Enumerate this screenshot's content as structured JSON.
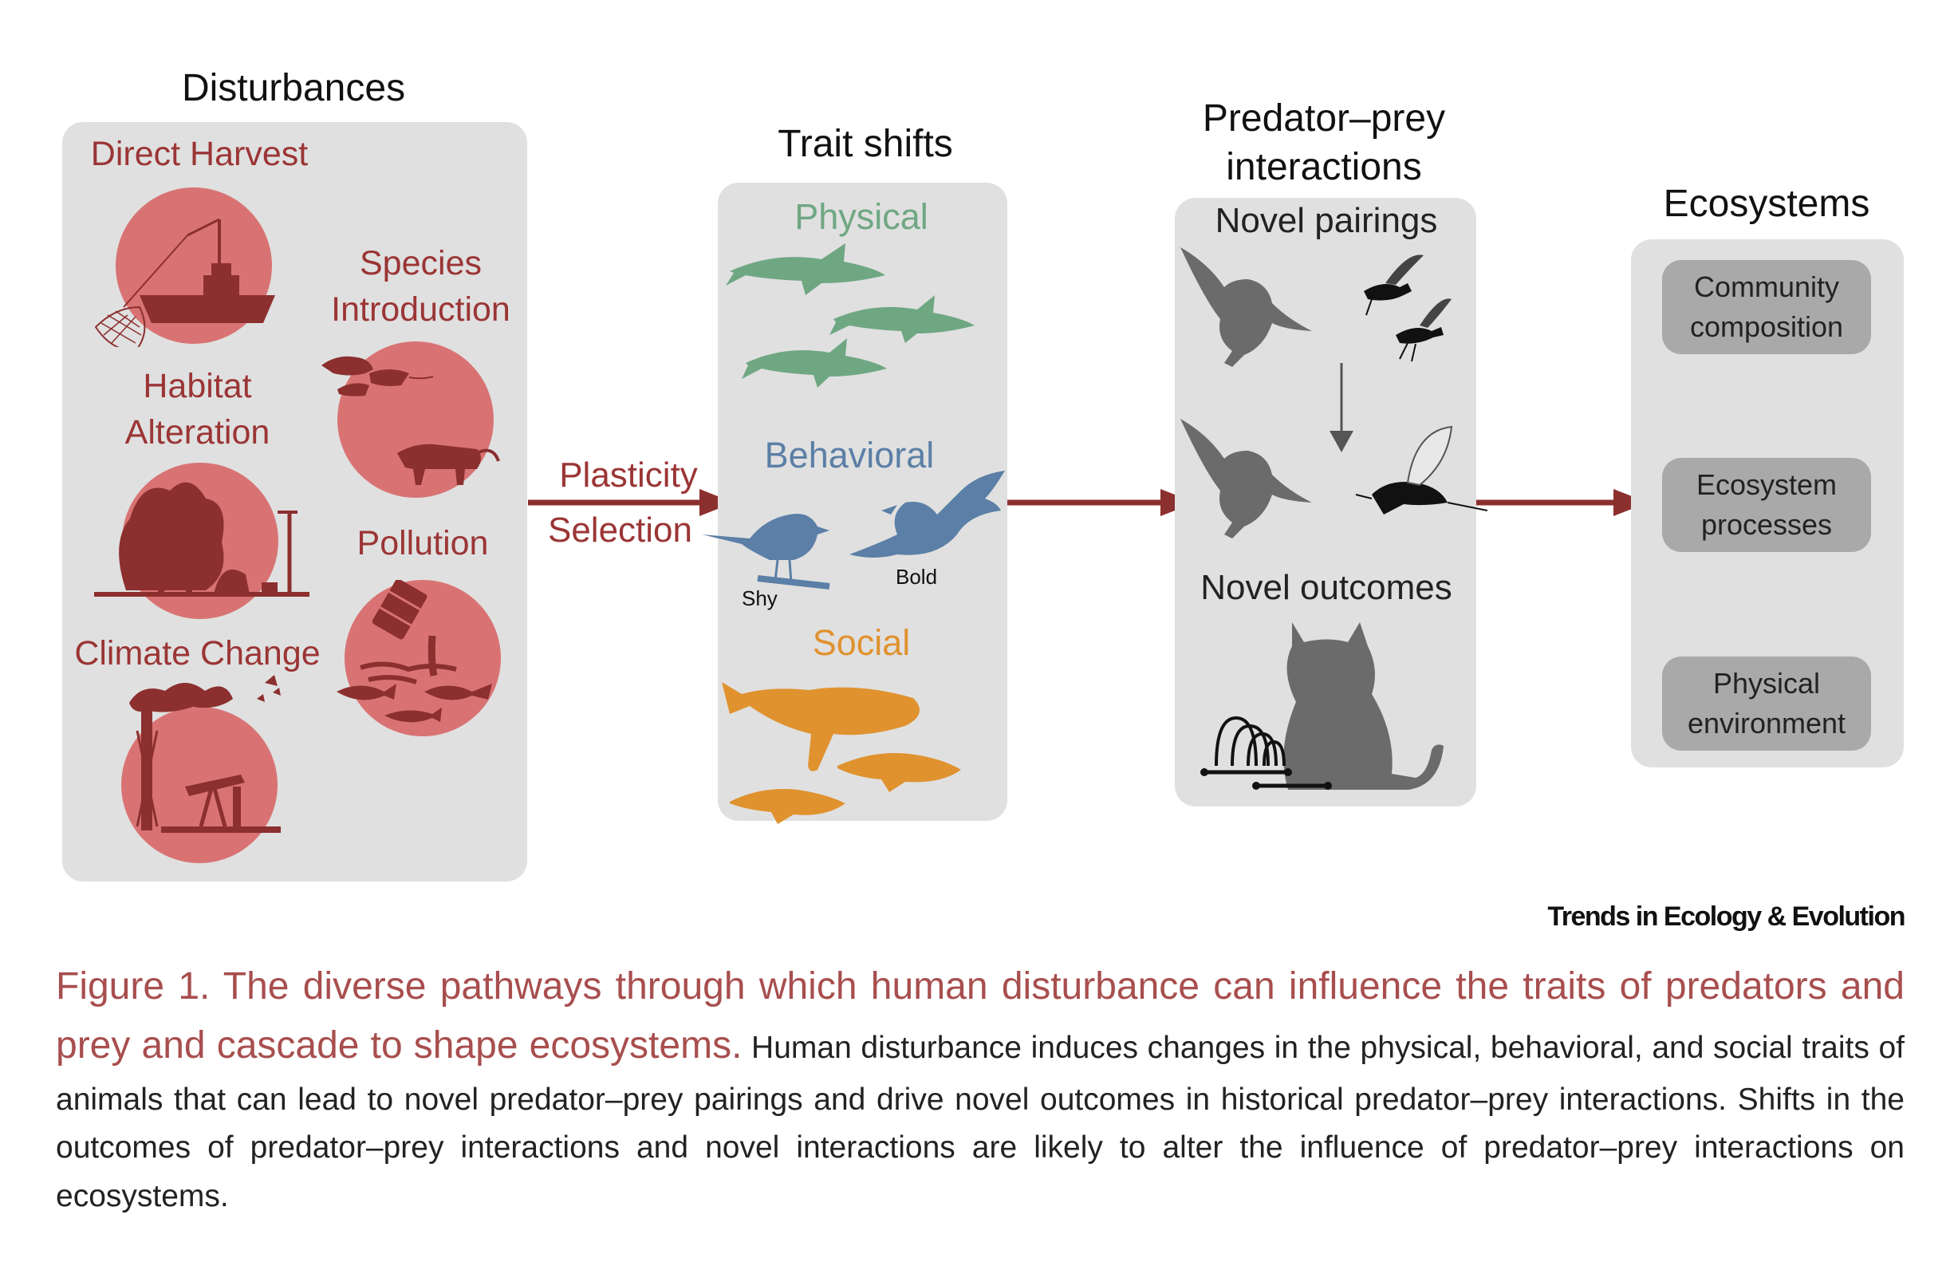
{
  "columns": {
    "disturbances": {
      "title": "Disturbances",
      "items": {
        "direct_harvest": "Direct Harvest",
        "species_introduction": "Species\nIntroduction",
        "habitat_alteration": "Habitat\nAlteration",
        "pollution": "Pollution",
        "climate_change": "Climate Change"
      }
    },
    "trait_shifts": {
      "title": "Trait shifts",
      "physical": "Physical",
      "behavioral": "Behavioral",
      "social": "Social",
      "shy": "Shy",
      "bold": "Bold"
    },
    "predator_prey": {
      "title": "Predator–prey\ninteractions",
      "novel_pairings": "Novel pairings",
      "novel_outcomes": "Novel outcomes"
    },
    "ecosystems": {
      "title": "Ecosystems",
      "boxes": [
        "Community\ncomposition",
        "Ecosystem\nprocesses",
        "Physical\nenvironment"
      ]
    }
  },
  "arrow_labels": {
    "plasticity": "Plasticity",
    "selection": "Selection"
  },
  "colors": {
    "disturbance_red": "#9b3535",
    "circle_fill": "#d97373",
    "physical_green": "#6fa783",
    "behavioral_blue": "#5b7fa6",
    "social_orange": "#e0922f",
    "arrow_red": "#8c2f2f"
  },
  "journal": "Trends in Ecology & Evolution",
  "caption": {
    "title": "Figure 1. The diverse pathways through which human disturbance can influence the traits of predators and prey and cascade to shape ecosystems.",
    "body": "Human disturbance induces changes in the physical, behavioral, and social traits of animals that can lead to novel predator–prey pairings and drive novel outcomes in historical predator–prey interactions. Shifts in the outcomes of predator–prey interactions and novel interactions are likely to alter the influence of predator–prey interactions on ecosystems."
  }
}
